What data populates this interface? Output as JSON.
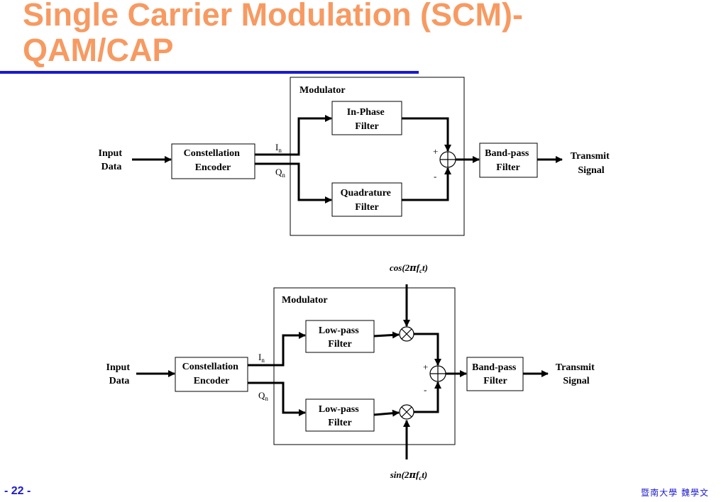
{
  "slide": {
    "title_line1": "Single Carrier Modulation (SCM)-",
    "title_line2": "QAM/CAP",
    "page_number": "- 22 -",
    "footer": "暨南大學 魏學文",
    "colors": {
      "title": "#f79a62",
      "accent_blue": "#1a1acd"
    }
  },
  "diagram1": {
    "modulator_label": "Modulator",
    "input_label": [
      "Input",
      "Data"
    ],
    "encoder_label": [
      "Constellation",
      "Encoder"
    ],
    "i_label": "I",
    "i_sub": "n",
    "q_label": "Q",
    "q_sub": "n",
    "top_filter_label": [
      "In-Phase",
      "Filter"
    ],
    "bottom_filter_label": [
      "Quadrature",
      "Filter"
    ],
    "plus_sign": "+",
    "minus_sign": "-",
    "bandpass_label": [
      "Band-pass",
      "Filter"
    ],
    "output_label": [
      "Transmit",
      "Signal"
    ]
  },
  "diagram2": {
    "modulator_label": "Modulator",
    "input_label": [
      "Input",
      "Data"
    ],
    "encoder_label": [
      "Constellation",
      "Encoder"
    ],
    "i_label": "I",
    "i_sub": "n",
    "q_label": "Q",
    "q_sub": "n",
    "top_filter_label": [
      "Low-pass",
      "Filter"
    ],
    "bottom_filter_label": [
      "Low-pass",
      "Filter"
    ],
    "plus_sign": "+",
    "minus_sign": "-",
    "bandpass_label": [
      "Band-pass",
      "Filter"
    ],
    "output_label": [
      "Transmit",
      "Signal"
    ],
    "cos_label": {
      "pre": "cos(2",
      "pi": "π",
      "f": "f",
      "sub": "c",
      "post": "t)"
    },
    "sin_label": {
      "pre": "sin(2",
      "pi": "π",
      "f": "f",
      "sub": "c",
      "post": "t)"
    }
  }
}
